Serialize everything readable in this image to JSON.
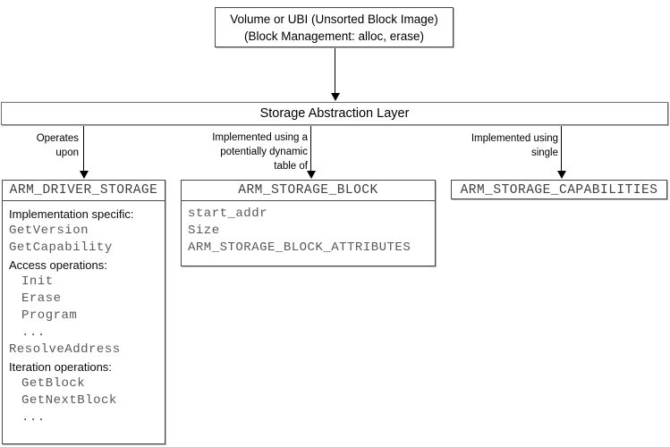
{
  "top_box": {
    "line1": "Volume or UBI (Unsorted Block Image)",
    "line2": "(Block Management: alloc, erase)"
  },
  "sal_box": {
    "title": "Storage Abstraction Layer"
  },
  "edge_labels": {
    "left": [
      "Operates",
      "upon"
    ],
    "middle": [
      "Implemented using a",
      "potentially dynamic",
      "table of"
    ],
    "right": [
      "Implemented using",
      "single"
    ]
  },
  "driver_box": {
    "title": "ARM_DRIVER_STORAGE",
    "lines": [
      {
        "text": "Implementation specific:",
        "kind": "label",
        "indent": false
      },
      {
        "text": "GetVersion",
        "kind": "code",
        "indent": false
      },
      {
        "text": "GetCapability",
        "kind": "code",
        "indent": false
      },
      {
        "text": "Access operations:",
        "kind": "label",
        "indent": false
      },
      {
        "text": "Init",
        "kind": "code",
        "indent": true
      },
      {
        "text": "Erase",
        "kind": "code",
        "indent": true
      },
      {
        "text": "Program",
        "kind": "code",
        "indent": true
      },
      {
        "text": "...",
        "kind": "code",
        "indent": true
      },
      {
        "text": "ResolveAddress",
        "kind": "code",
        "indent": false
      },
      {
        "text": "Iteration operations:",
        "kind": "label",
        "indent": false
      },
      {
        "text": "GetBlock",
        "kind": "code",
        "indent": true
      },
      {
        "text": "GetNextBlock",
        "kind": "code",
        "indent": true
      },
      {
        "text": "...",
        "kind": "code",
        "indent": true
      }
    ]
  },
  "block_box": {
    "title": "ARM_STORAGE_BLOCK",
    "fields": [
      "start_addr",
      "Size",
      "ARM_STORAGE_BLOCK_ATTRIBUTES"
    ]
  },
  "capabilities_box": {
    "title": "ARM_STORAGE_CAPABILITIES"
  },
  "colors": {
    "box_border": "#4a4a4a",
    "code_text": "#595959",
    "title_text": "#3f3f3f",
    "label_text": "#000000",
    "arrow": "#000000",
    "background": "#ffffff"
  }
}
